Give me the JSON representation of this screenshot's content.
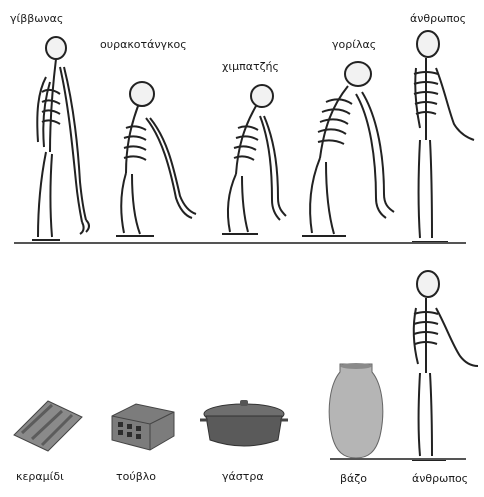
{
  "top_row": {
    "labels": [
      "γίββωνας",
      "ουρακοτάνγκος",
      "χιμπατζής",
      "γορίλας",
      "άνθρωπος"
    ],
    "icons": [
      "gibbon-skeleton-icon",
      "orangutan-skeleton-icon",
      "chimpanzee-skeleton-icon",
      "gorilla-skeleton-icon",
      "human-skeleton-icon"
    ]
  },
  "bottom_row": {
    "labels": [
      "κεραμίδι",
      "τούβλο",
      "γάστρα",
      "βάζο",
      "άνθρωπος"
    ],
    "icons": [
      "roof-tile-icon",
      "brick-icon",
      "casserole-pot-icon",
      "vase-icon",
      "human-skeleton-icon"
    ]
  },
  "colors": {
    "bone": "#f2f2f2",
    "outline": "#222222",
    "ceramic": "#8a8a8a",
    "ground": "#555555"
  }
}
